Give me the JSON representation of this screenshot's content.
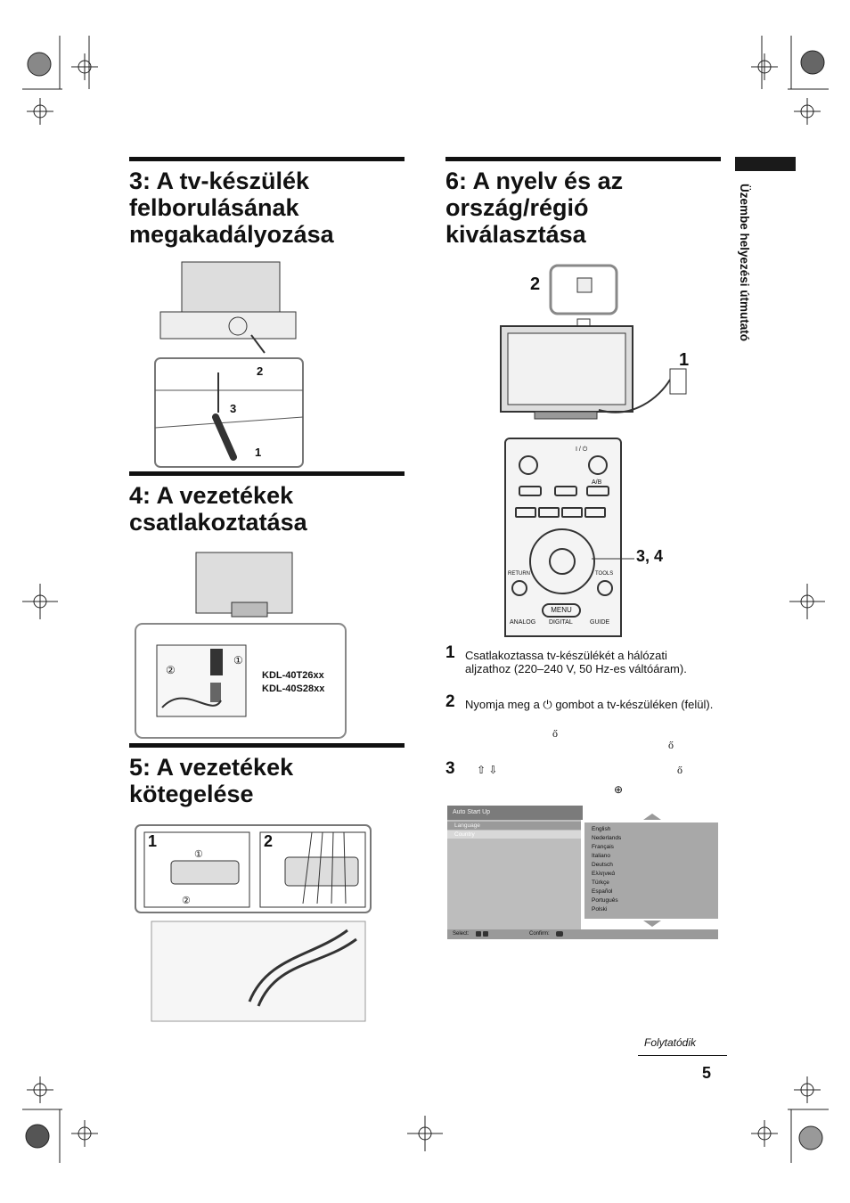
{
  "sections": {
    "s3": {
      "title": "3: A tv-készülék felborulásának megakadályozása"
    },
    "s4": {
      "title": "4: A vezetékek csatlakoztatása"
    },
    "s5": {
      "title": "5: A vezetékek kötegelése"
    },
    "s6": {
      "title": "6:  A nyelv és az ország/régió kiválasztása"
    }
  },
  "figure_s3": {
    "callouts": [
      "2",
      "3",
      "1"
    ]
  },
  "figure_s4": {
    "callouts": [
      "①",
      "②"
    ],
    "models": [
      "KDL-40T26xx",
      "KDL-40S28xx"
    ]
  },
  "figure_s5": {
    "panel_labels": [
      "1",
      "2"
    ],
    "callouts": [
      "①",
      "②"
    ]
  },
  "figure_s6": {
    "callouts": [
      "2",
      "1",
      "3, 4"
    ]
  },
  "remote": {
    "buttons": {
      "power": "I / ⏻",
      "ab": "A/B",
      "return": "RETURN",
      "tools": "TOOLS",
      "menu": "MENU",
      "analog": "ANALOG",
      "digital": "DIGITAL",
      "guide": "GUIDE"
    }
  },
  "steps": [
    {
      "num": "1",
      "text": "Csatlakoztassa tv-készülékét a hálózati aljzathoz (220–240 V, 50 Hz-es váltóáram)."
    },
    {
      "num": "2",
      "text": "Nyomja meg a ⏻ gombot a tv-készüléken (felül).",
      "extra1": "ő",
      "extra2": "ő"
    },
    {
      "num": "3",
      "arrows": "⇧ ⇩",
      "extra1": "ő",
      "extra2": "⊕"
    }
  ],
  "menu_screen": {
    "title": "Auto Start Up",
    "left_items": [
      "Language",
      "Country"
    ],
    "options": [
      "English",
      "Nederlands",
      "Français",
      "Italiano",
      "Deutsch",
      "Ελληνικά",
      "Türkçe",
      "Español",
      "Português",
      "Polski"
    ],
    "select_label": "Select:",
    "confirm_label": "Confirm:"
  },
  "sidebar": {
    "label": "Üzembe helyezési útmutató"
  },
  "footer": {
    "continued": "Folytatódik",
    "page_number": "5"
  }
}
